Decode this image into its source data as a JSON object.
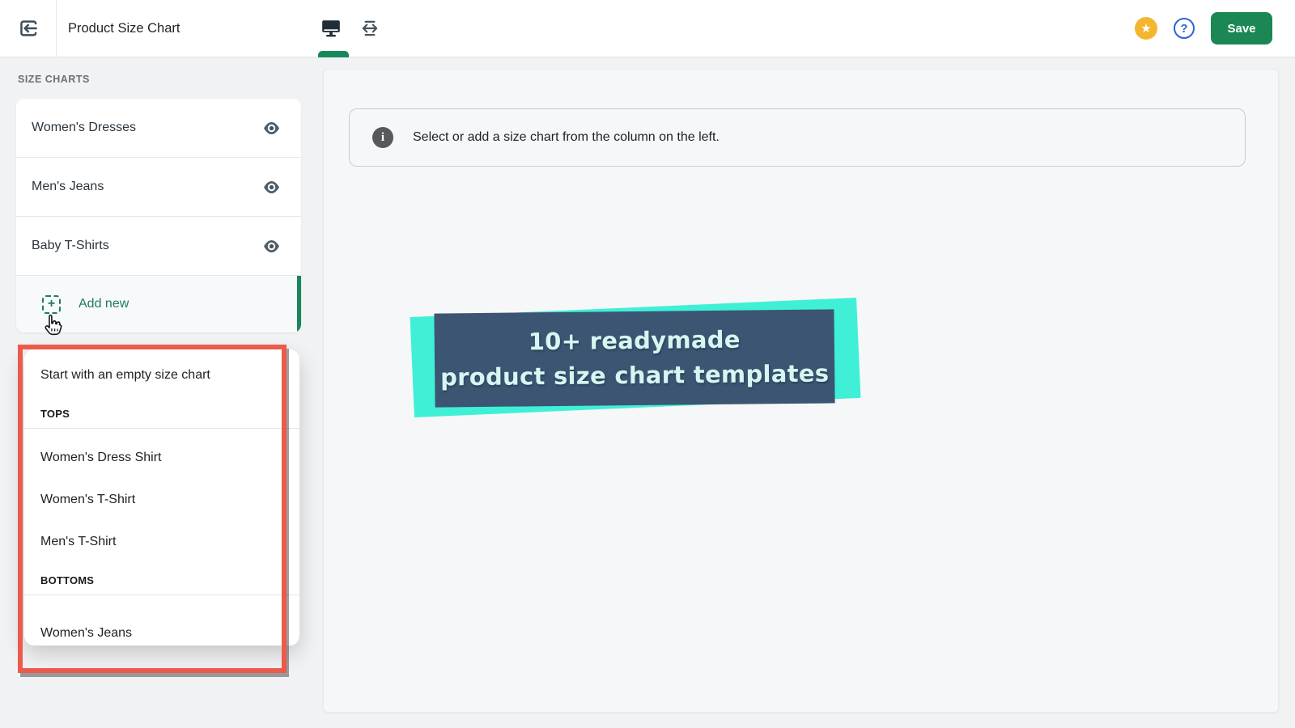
{
  "header": {
    "title": "Product Size Chart",
    "save_label": "Save",
    "help_glyph": "?",
    "star_glyph": "★",
    "icons": [
      "back-icon",
      "desktop-view-icon",
      "responsive-width-icon",
      "star-icon",
      "help-icon"
    ]
  },
  "sidebar": {
    "section_label": "SIZE CHARTS",
    "charts": [
      {
        "label": "Women's Dresses"
      },
      {
        "label": "Men's Jeans"
      },
      {
        "label": "Baby T-Shirts"
      }
    ],
    "add_new_label": "Add new",
    "add_icon_glyph": "+"
  },
  "dropdown": {
    "items": [
      {
        "type": "item",
        "label": "Start with an empty size chart"
      },
      {
        "type": "header",
        "label": "TOPS"
      },
      {
        "type": "item",
        "label": "Women's Dress Shirt"
      },
      {
        "type": "item",
        "label": "Women's T-Shirt"
      },
      {
        "type": "item",
        "label": "Men's T-Shirt"
      },
      {
        "type": "header",
        "label": "BOTTOMS"
      },
      {
        "type": "item",
        "label": "Women's Jeans"
      }
    ]
  },
  "main": {
    "banner_text": "Select or add a size chart from the column on the left.",
    "info_glyph": "i",
    "promo": {
      "line1": "10+ readymade",
      "line2": "product size chart templates"
    }
  },
  "colors": {
    "accent_green": "#17875c",
    "save_green": "#1a8754",
    "annotation_red": "#ec5a4c",
    "promo_teal": "#3ff0d6",
    "promo_navy": "#3c5573",
    "star_yellow": "#f5b62f",
    "help_blue": "#2d62d8",
    "icon_slate": "#44545f"
  }
}
